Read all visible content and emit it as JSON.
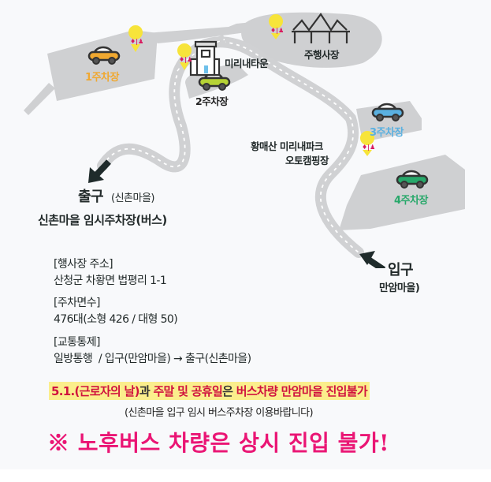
{
  "map": {
    "parking_lots": [
      {
        "label": "1주차장",
        "color": "#f0a830"
      },
      {
        "label": "2주차장",
        "color": "#b6d335"
      },
      {
        "label": "3주차장",
        "color": "#5ab0e0"
      },
      {
        "label": "4주차장",
        "color": "#27a86a"
      }
    ],
    "landmarks": {
      "town": "미리내타운",
      "event_venue": "주행사장",
      "campground_line1": "황매산 미리내파크",
      "campground_line2": "오토캠핑장"
    },
    "exit": {
      "label": "출구",
      "sub": "(신촌마을)",
      "bus_parking": "신촌마을 임시주차장(버스)"
    },
    "entrance": {
      "label": "입구",
      "sub": "만암마을)"
    },
    "icons": {
      "restroom": "restroom-pin-icon",
      "car": "car-icon",
      "building": "building-icon",
      "tent": "tent-icon",
      "arrow": "direction-arrow-icon"
    },
    "colors": {
      "road": "#d0d1d3",
      "area": "#cfd0d2",
      "pin": "#f7e43a",
      "restroom_symbol": "#d81b60",
      "arrow": "#1f2b2b"
    }
  },
  "info": {
    "address_heading": "[행사장 주소]",
    "address": "산청군 차황면 법평리 1-1",
    "parking_heading": "[주차면수]",
    "parking_count": "476대(소형 426 / 대형 50)",
    "traffic_heading": "[교통통제]",
    "traffic": "일방통행  / 입구(만암마을) → 출구(신촌마을)"
  },
  "notice": {
    "part1": "5.1.(근로자의 날)",
    "part2": "과 ",
    "part3": "주말 및 공휴일",
    "part4": "은 ",
    "part5": "버스차량 만암마을 진입불가",
    "sub": "(신촌마을 입구 임시 버스주차장 이용바랍니다)"
  },
  "warning": "※ 노후버스 차량은 상시 진입 불가!"
}
